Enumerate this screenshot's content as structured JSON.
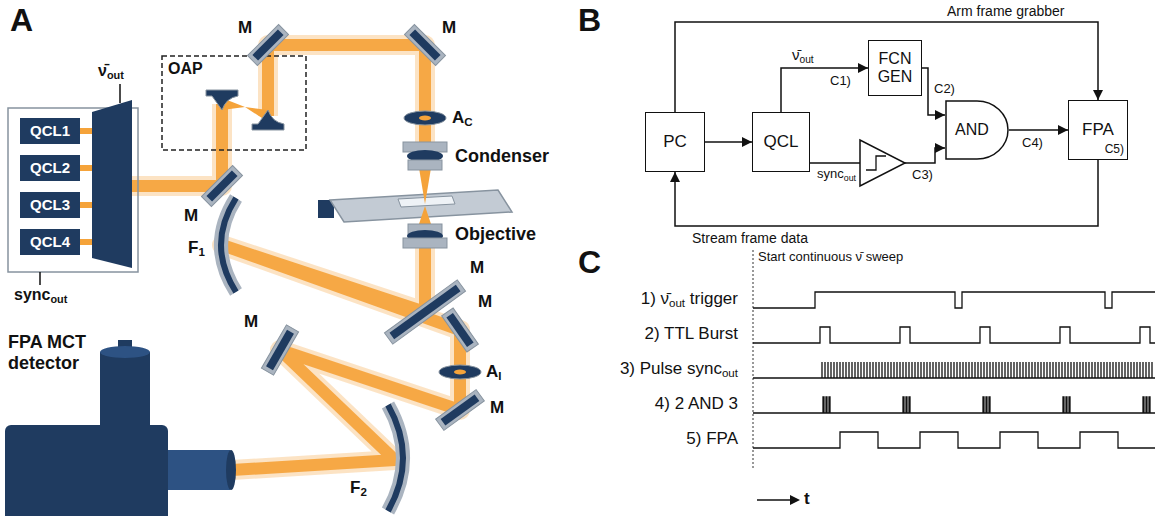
{
  "diagram": {
    "nodes": [
      {
        "text": [
          "QCL1"
        ]
      },
      {
        "text": [
          "QCL2"
        ]
      },
      {
        "text": [
          "QCL3"
        ]
      },
      {
        "text": [
          "QCL4"
        ]
      },
      {
        "text": [
          "PC"
        ]
      },
      {
        "text": [
          "QCL"
        ]
      },
      {
        "text": [
          "FCN GEN"
        ]
      },
      {
        "text": [
          "AND"
        ]
      },
      {
        "text": [
          "FPA",
          "C5)"
        ]
      }
    ],
    "edges": [
      {
        "from": 4,
        "to": 5,
        "arrow": "to"
      },
      {
        "from": 5,
        "to": 6,
        "label": "ν̄out",
        "arrow": "to"
      },
      {
        "from": 5,
        "to": 7,
        "label": "syncout",
        "arrow": "to"
      },
      {
        "from": 6,
        "to": 7,
        "arrow": "to"
      },
      {
        "from": 7,
        "to": 8,
        "arrow": "to"
      },
      {
        "from": 4,
        "to": 8,
        "label": "Arm frame grabber",
        "arrow": "to"
      },
      {
        "from": 8,
        "to": 4,
        "label": "Stream frame data",
        "arrow": "to"
      }
    ],
    "labels": [
      "A",
      "ν̄out",
      "OAP",
      "M",
      "M",
      "AC",
      "Condenser",
      "M",
      "Objective",
      "F1",
      "M",
      "M",
      "AI",
      "M",
      "syncout",
      "FPA MCT detector",
      "M",
      "F2",
      "B",
      "C1)",
      "C2)",
      "C3)",
      "C4)",
      "C",
      "Start continuous ν̄ sweep",
      "1) ν̄out trigger",
      "2) TTL Burst",
      "3) Pulse syncout",
      "4) 2 AND 3",
      "5) FPA",
      "t"
    ]
  }
}
